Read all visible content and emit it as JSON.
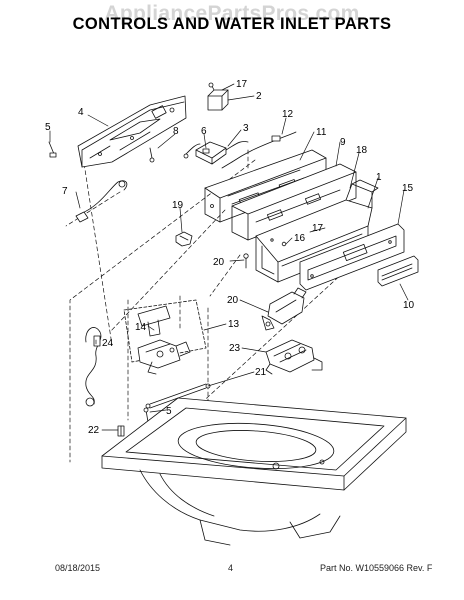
{
  "watermark": "AppliancePartsPros.com",
  "title": "CONTROLS AND WATER INLET PARTS",
  "callouts": [
    {
      "id": "c17",
      "label": "17"
    },
    {
      "id": "c2",
      "label": "2"
    },
    {
      "id": "c4",
      "label": "4"
    },
    {
      "id": "c12",
      "label": "12"
    },
    {
      "id": "c5a",
      "label": "5"
    },
    {
      "id": "c8",
      "label": "8"
    },
    {
      "id": "c6",
      "label": "6"
    },
    {
      "id": "c3",
      "label": "3"
    },
    {
      "id": "c11",
      "label": "11"
    },
    {
      "id": "c9",
      "label": "9"
    },
    {
      "id": "c18",
      "label": "18"
    },
    {
      "id": "c7",
      "label": "7"
    },
    {
      "id": "c1",
      "label": "1"
    },
    {
      "id": "c15",
      "label": "15"
    },
    {
      "id": "c19",
      "label": "19"
    },
    {
      "id": "c17b",
      "label": "17"
    },
    {
      "id": "c16",
      "label": "16"
    },
    {
      "id": "c20a",
      "label": "20"
    },
    {
      "id": "c10",
      "label": "10"
    },
    {
      "id": "c20b",
      "label": "20"
    },
    {
      "id": "c14",
      "label": "14"
    },
    {
      "id": "c13",
      "label": "13"
    },
    {
      "id": "c24",
      "label": "24"
    },
    {
      "id": "c23",
      "label": "23"
    },
    {
      "id": "c21",
      "label": "21"
    },
    {
      "id": "c5b",
      "label": "5"
    },
    {
      "id": "c22",
      "label": "22"
    }
  ],
  "footer": {
    "date": "08/18/2015",
    "page": "4",
    "part": "Part No. W10559066  Rev. F"
  }
}
